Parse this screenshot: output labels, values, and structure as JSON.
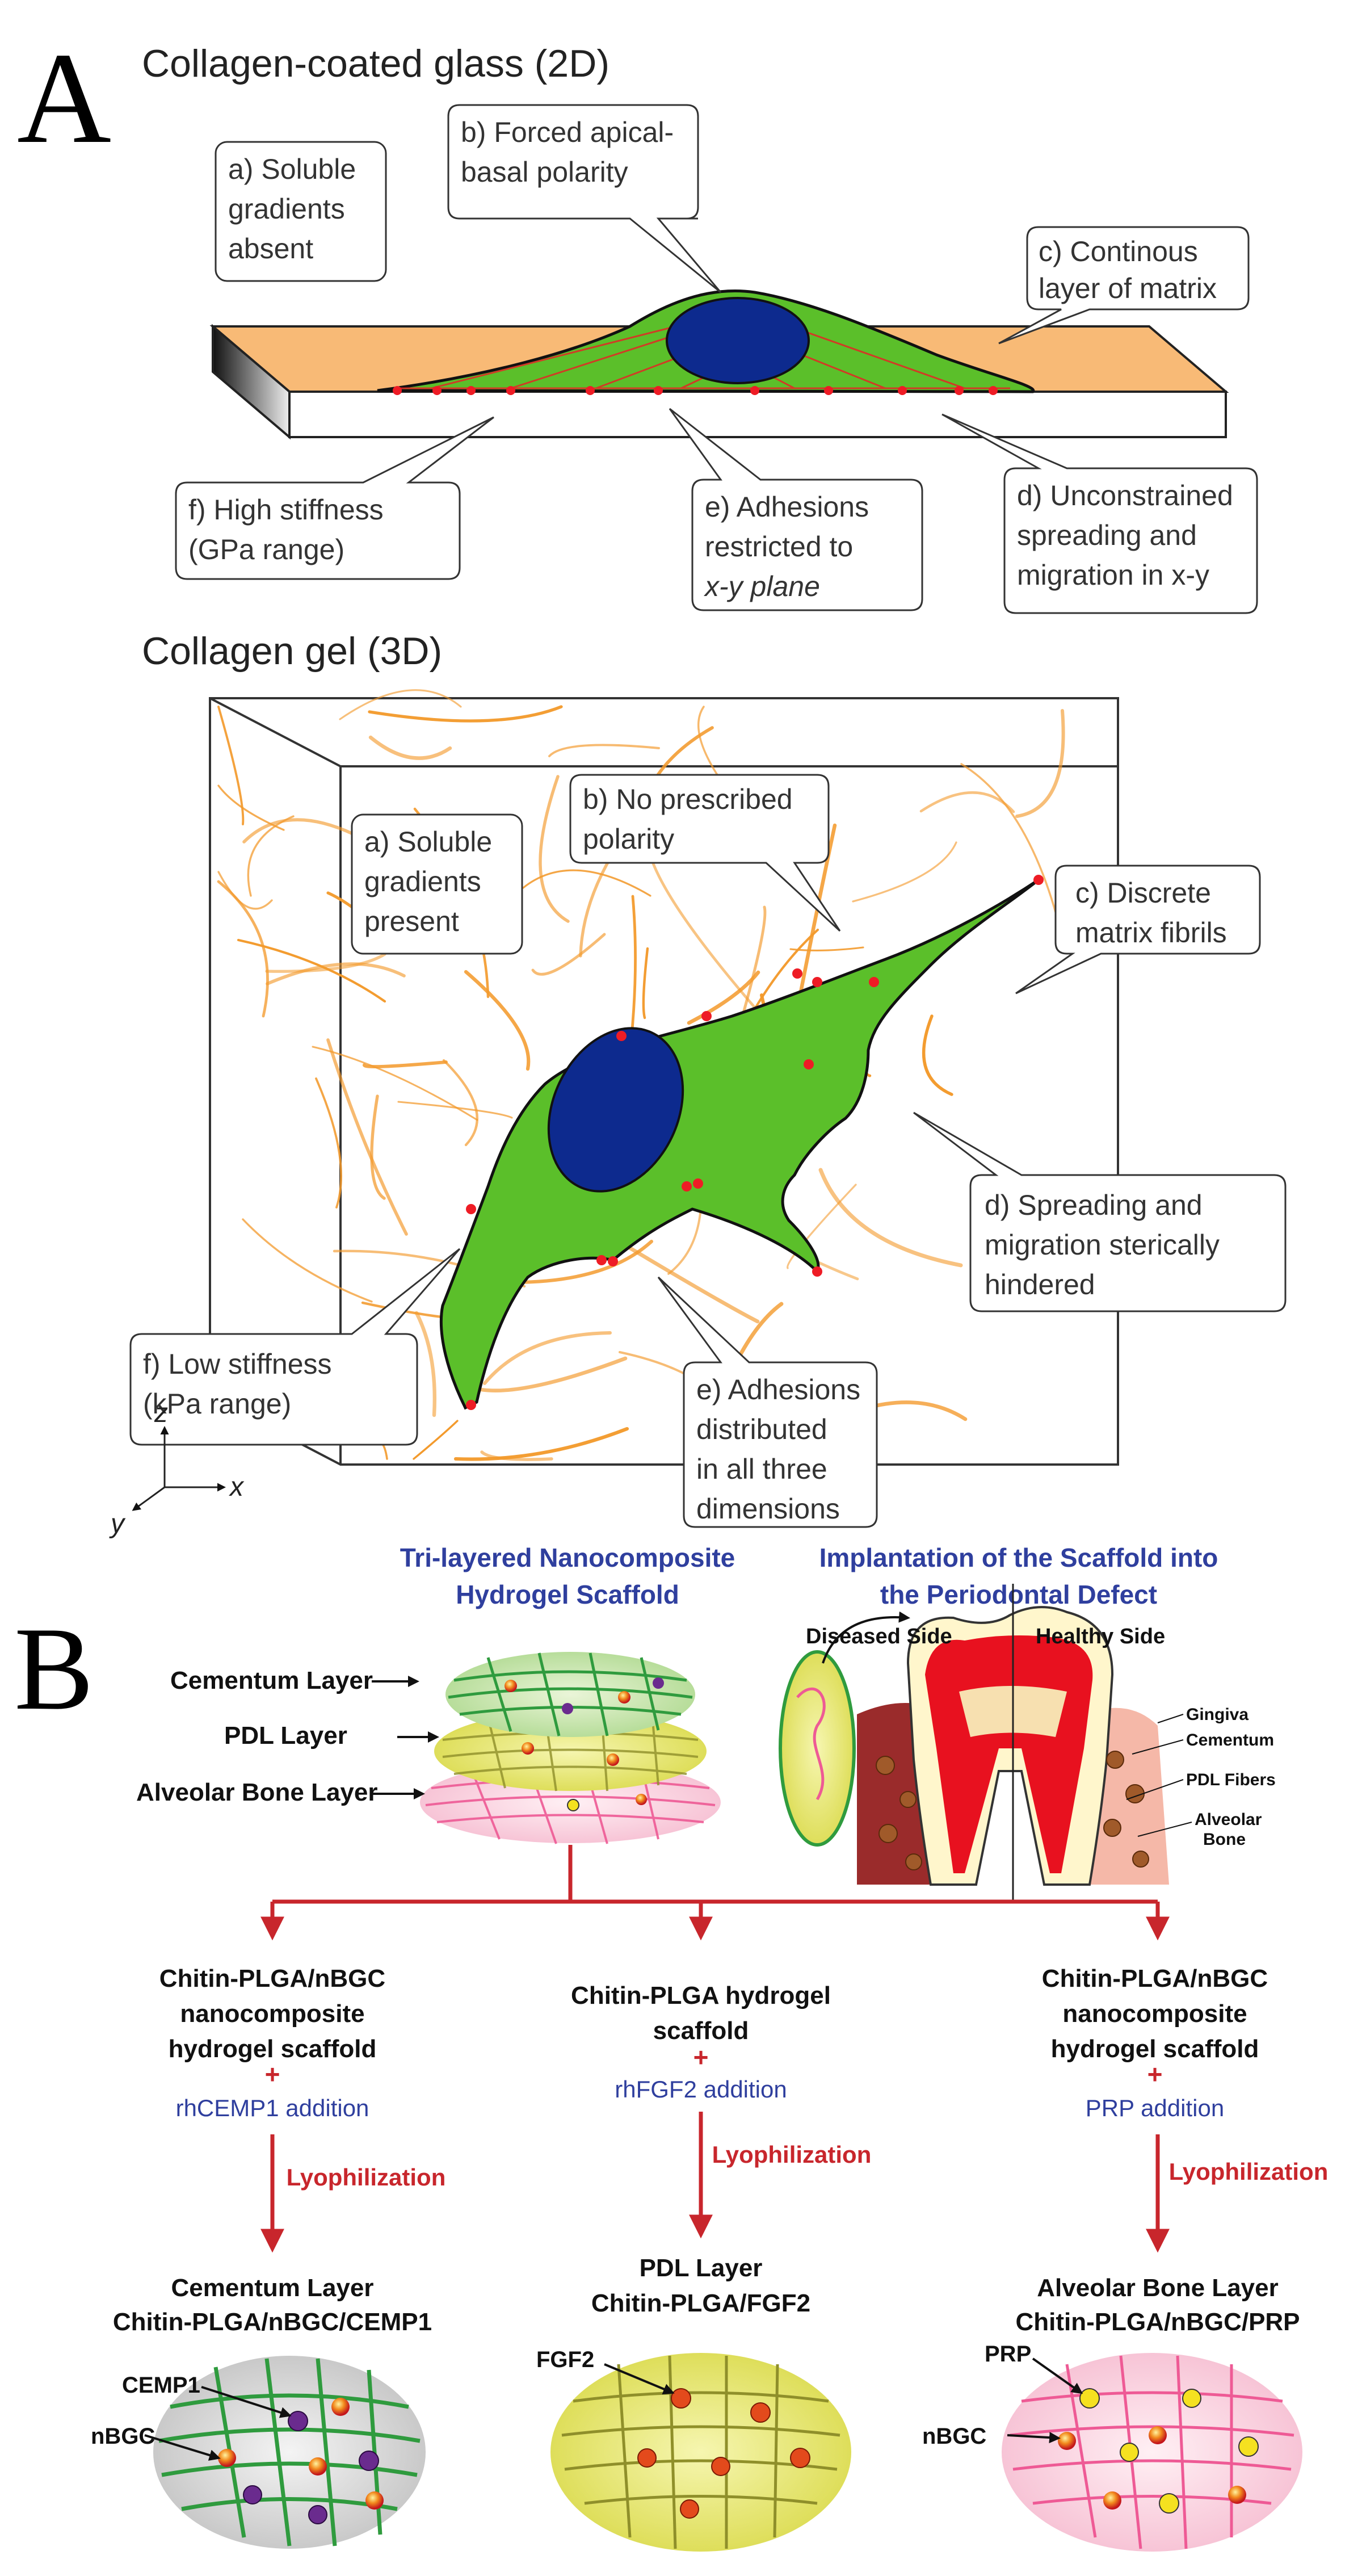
{
  "panel_a": {
    "letter": "A",
    "top_title": "Collagen-coated glass (2D)",
    "top_callouts": {
      "a": [
        "a) Soluble",
        "gradients",
        "absent"
      ],
      "b": [
        "b) Forced apical-",
        "basal polarity"
      ],
      "c": [
        "c) Continous",
        "layer of matrix"
      ],
      "d": [
        "d) Unconstrained",
        "spreading and",
        "migration in x-y"
      ],
      "e": [
        "e) Adhesions",
        "restricted to",
        "x-y plane"
      ],
      "f": [
        "f) High stiffness",
        "(GPa range)"
      ]
    },
    "bottom_title": "Collagen gel (3D)",
    "bottom_callouts": {
      "a": [
        "a) Soluble",
        "gradients",
        "present"
      ],
      "b": [
        "b) No prescribed",
        "polarity"
      ],
      "c": [
        "c) Discrete",
        "matrix fibrils"
      ],
      "d": [
        "d) Spreading and",
        "migration sterically",
        "hindered"
      ],
      "e": [
        "e) Adhesions",
        "distributed",
        "in all three",
        "dimensions"
      ],
      "f": [
        "f) Low stiffness",
        "(kPa range)"
      ]
    },
    "axes": {
      "z": "z",
      "x": "x",
      "y": "y"
    }
  },
  "panel_b": {
    "letter": "B",
    "scaffold_title": [
      "Tri-layered Nanocomposite",
      "Hydrogel Scaffold"
    ],
    "implant_title": [
      "Implantation of the Scaffold into",
      "the Periodontal Defect"
    ],
    "layers": [
      "Cementum Layer",
      "PDL Layer",
      "Alveolar Bone Layer"
    ],
    "diseased_side": "Diseased Side",
    "healthy_side": "Healthy Side",
    "tooth_labels": [
      "Gingiva",
      "Cementum",
      "PDL Fibers",
      "Alveolar",
      "Bone"
    ],
    "plus": "+",
    "columns": [
      {
        "scaffold": [
          "Chitin-PLGA/nBGC",
          "nanocomposite",
          "hydrogel scaffold"
        ],
        "addition": "rhCEMP1 addition",
        "step": "Lyophilization",
        "result": [
          "Cementum Layer",
          "Chitin-PLGA/nBGC/CEMP1"
        ],
        "markers": [
          "CEMP1",
          "nBGC"
        ]
      },
      {
        "scaffold": [
          "Chitin-PLGA hydrogel",
          "scaffold"
        ],
        "addition": "rhFGF2 addition",
        "step": "Lyophilization",
        "result": [
          "PDL Layer",
          "Chitin-PLGA/FGF2"
        ],
        "markers": [
          "FGF2"
        ]
      },
      {
        "scaffold": [
          "Chitin-PLGA/nBGC",
          "nanocomposite",
          "hydrogel scaffold"
        ],
        "addition": "PRP addition",
        "step": "Lyophilization",
        "result": [
          "Alveolar Bone Layer",
          "Chitin-PLGA/nBGC/PRP"
        ],
        "markers": [
          "PRP",
          "nBGC"
        ]
      }
    ]
  },
  "colors": {
    "cell_green": "#5bbf2a",
    "nucleus_blue": "#0d2a8e",
    "matrix_orange": "#f7b26a",
    "fibril_orange": "#f39a2c",
    "adhesion_red": "#ee1c25",
    "arrow_red": "#c8262c",
    "title_blue": "#2f3f9e",
    "cementum_green": "#2f9b3e",
    "pdl_yellow": "#d9dc55",
    "bone_pink": "#f48fb4"
  }
}
